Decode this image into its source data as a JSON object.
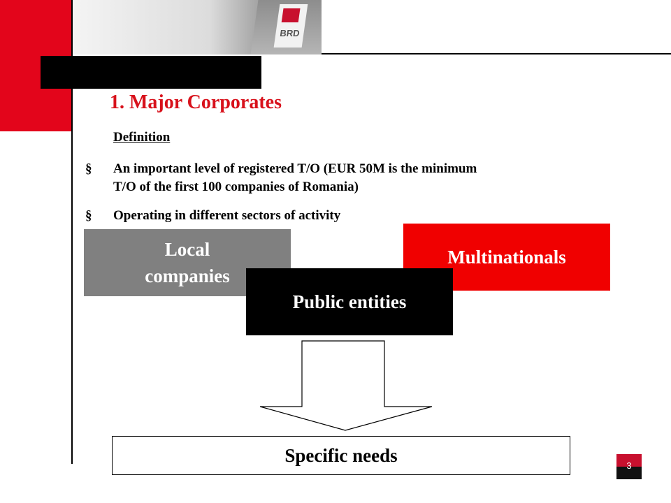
{
  "slide": {
    "title": "1. Major Corporates",
    "definition": "Definition",
    "bullet_marker": "§",
    "bullets": [
      {
        "line1": "An important level of registered T/O (EUR 50M is the minimum",
        "line2": "T/O of the first 100 companies of Romania)"
      },
      {
        "line1": "Operating in different sectors of activity"
      }
    ],
    "boxes": {
      "local_line1": "Local",
      "local_line2": "companies",
      "multinationals": "Multinationals",
      "public_entities": "Public entities",
      "specific_needs": "Specific needs"
    },
    "logo_text": "BRD",
    "page_number": "3"
  },
  "colors": {
    "accent_red": "#e3051b",
    "multinationals_red": "#f00000",
    "local_gray": "#808080",
    "public_black": "#000000"
  }
}
